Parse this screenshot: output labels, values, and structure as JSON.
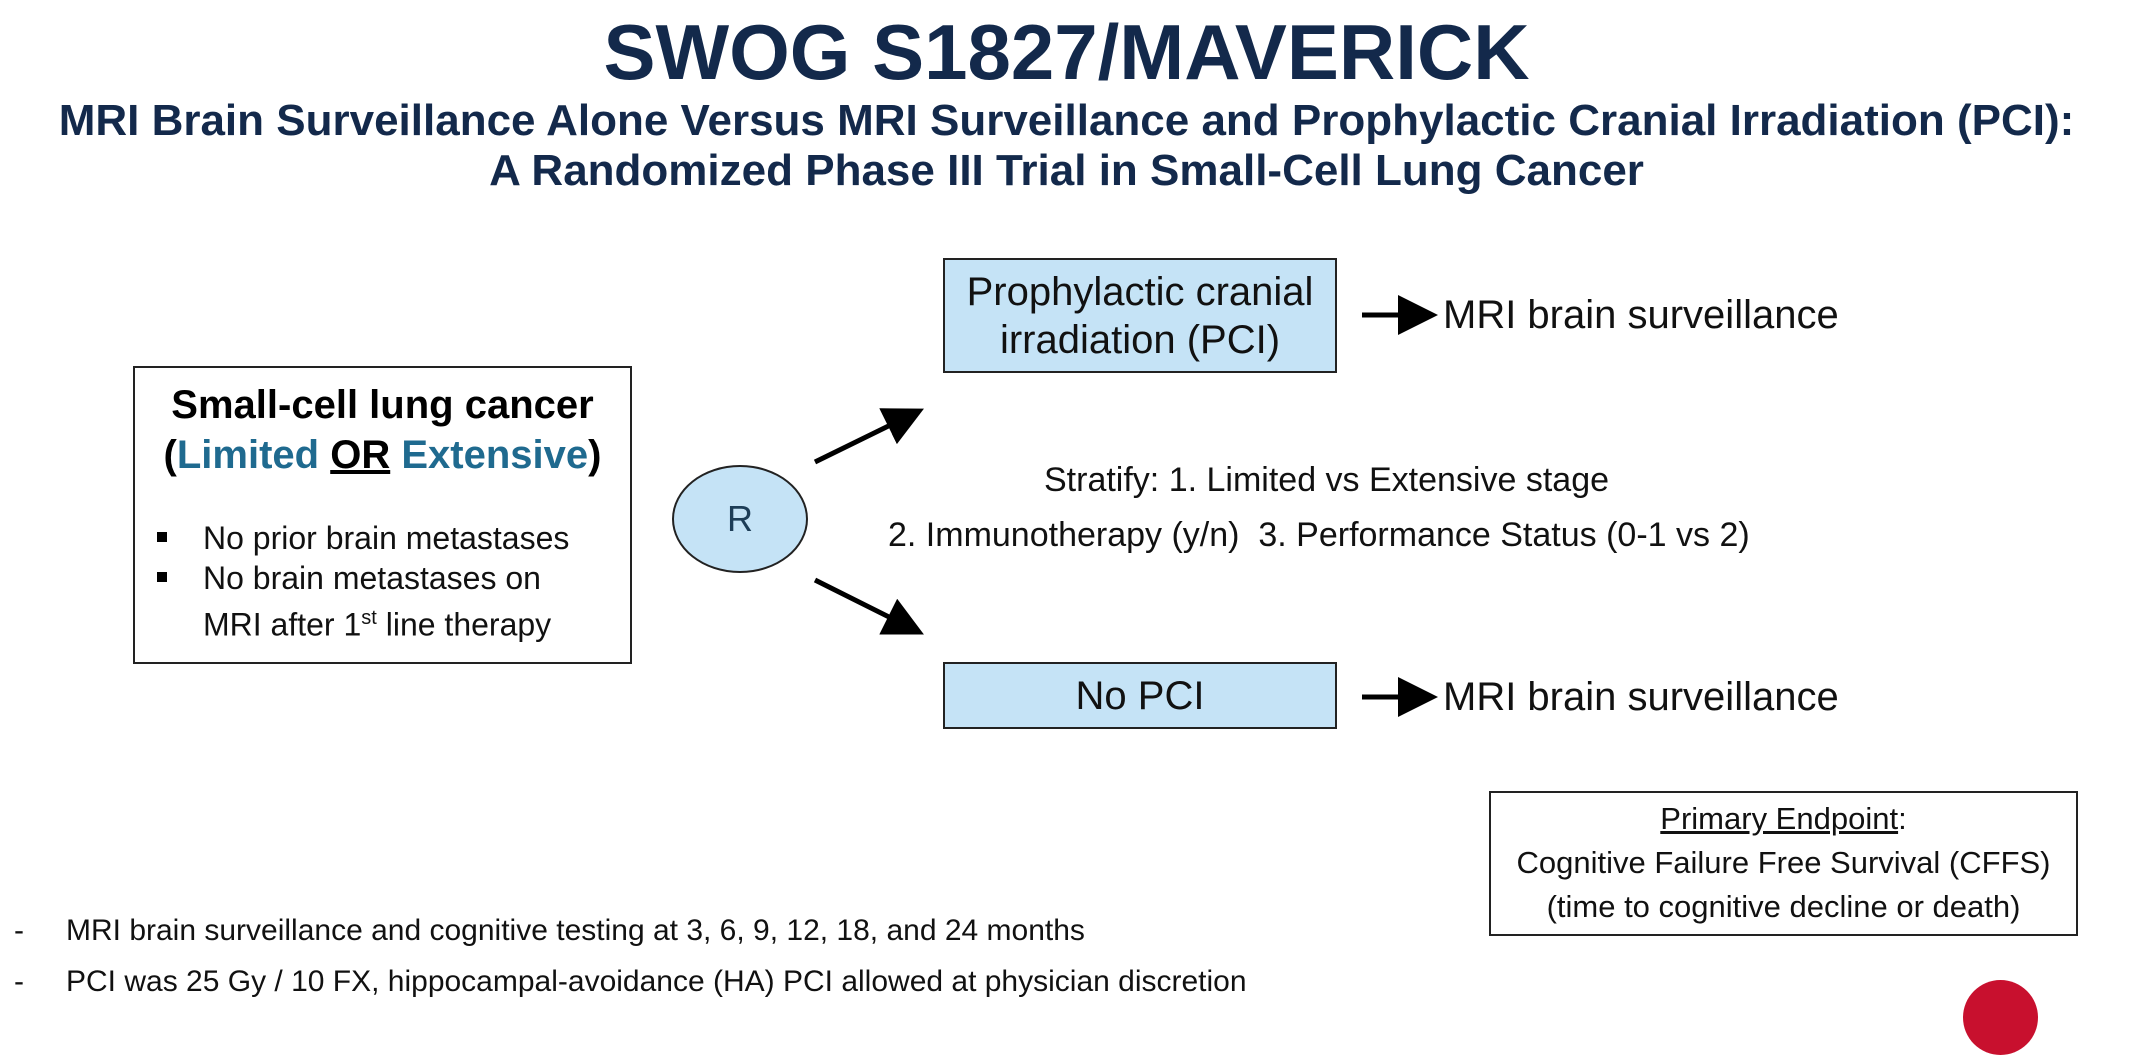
{
  "title": "SWOG S1827/MAVERICK",
  "subtitle_line1": "MRI Brain Surveillance Alone Versus MRI Surveillance and Prophylactic Cranial Irradiation (PCI):",
  "subtitle_line2": "A Randomized Phase III Trial in Small-Cell Lung Cancer",
  "eligibility": {
    "title": "Small-cell lung cancer",
    "open_paren": "(",
    "limited": "Limited",
    "or": "OR",
    "extensive": "Extensive",
    "close_paren": ")",
    "criteria": [
      "No prior brain metastases",
      "No brain metastases on"
    ],
    "criterion2_cont_pre": "MRI after 1",
    "criterion2_sup": "st",
    "criterion2_cont_post": " line therapy"
  },
  "randomization": {
    "label": "R"
  },
  "arms": {
    "pci_line1": "Prophylactic cranial",
    "pci_line2": "irradiation (PCI)",
    "no_pci": "No PCI"
  },
  "outcomes": {
    "top": "MRI brain surveillance",
    "bottom": "MRI brain surveillance"
  },
  "stratify": {
    "line1": "Stratify: 1. Limited vs Extensive stage",
    "line2": "2. Immunotherapy (y/n)  3. Performance Status (0-1 vs 2)"
  },
  "endpoint": {
    "label": "Primary Endpoint",
    "colon": ":",
    "line1": "Cognitive Failure Free Survival (CFFS)",
    "line2": "(time to cognitive decline or death)"
  },
  "notes": [
    "MRI brain surveillance and cognitive testing at 3, 6, 9, 12, 18, and 24 months",
    "PCI was 25 Gy / 10 FX, hippocampal-avoidance (HA) PCI allowed at physician discretion"
  ],
  "note_marker": "-",
  "colors": {
    "title": "#13294b",
    "box_fill": "#c5e3f6",
    "highlight": "#1f6a8f",
    "logo": "#c8102e"
  }
}
